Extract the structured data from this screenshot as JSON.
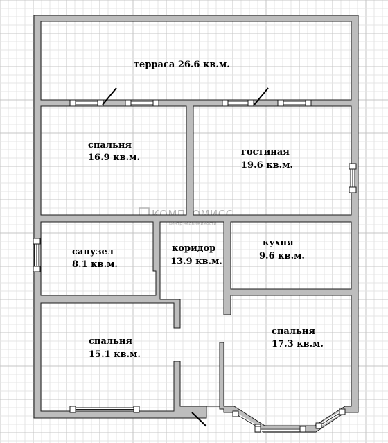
{
  "rooms": [
    {
      "id": "terrace",
      "name": "терраса",
      "area": "26.6 кв.м."
    },
    {
      "id": "bedroom-1",
      "name": "спальня",
      "area": "16.9 кв.м."
    },
    {
      "id": "living-room",
      "name": "гостиная",
      "area": "19.6 кв.м."
    },
    {
      "id": "bathroom",
      "name": "санузел",
      "area": "8.1 кв.м."
    },
    {
      "id": "corridor",
      "name": "коридор",
      "area": "13.9 кв.м."
    },
    {
      "id": "kitchen",
      "name": "кухня",
      "area": "9.6 кв.м."
    },
    {
      "id": "bedroom-2",
      "name": "спальня",
      "area": "15.1 кв.м."
    },
    {
      "id": "bedroom-3",
      "name": "спальня",
      "area": "17.3 кв.м."
    }
  ],
  "watermark": {
    "brand": "КОМПРОМИСС",
    "tagline": "центр недвижимости"
  },
  "colors": {
    "wall_fill": "#bdbdbd",
    "wall_stroke": "#1a1a1a",
    "grid_major": "#c4c4c4",
    "grid_minor": "#e4e4e4"
  }
}
